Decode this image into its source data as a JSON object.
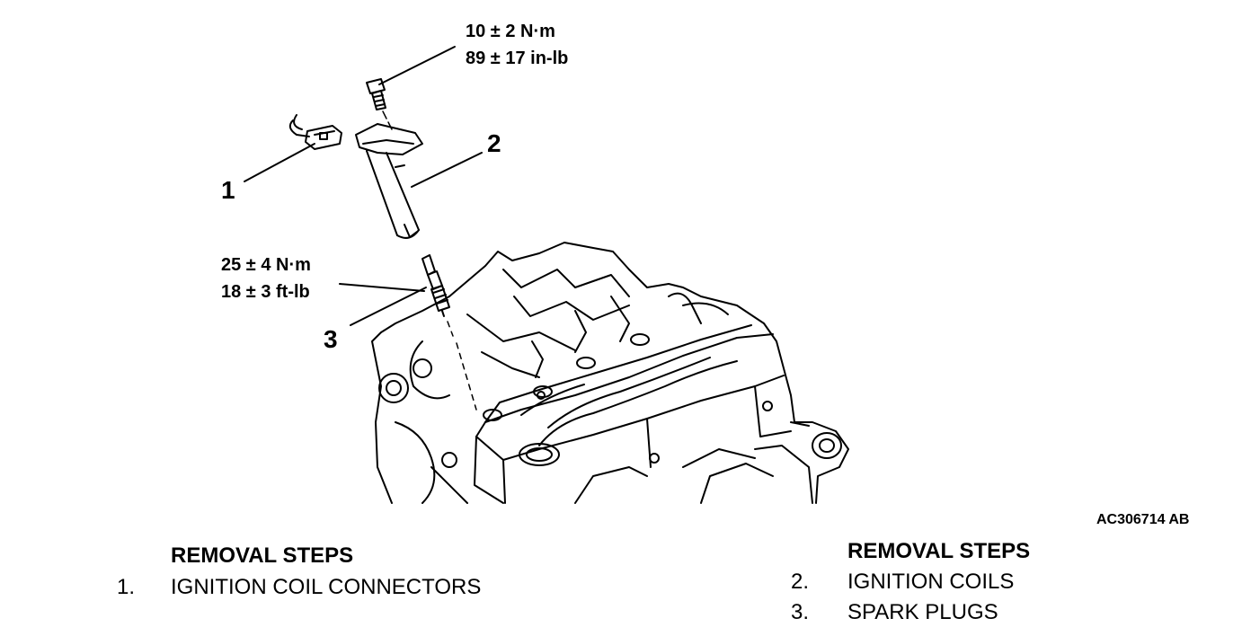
{
  "torque": {
    "bolt": {
      "metric": "10 ± 2 N·m",
      "imperial": "89 ± 17 in-lb"
    },
    "spark_plug": {
      "metric": "25 ± 4 N·m",
      "imperial": "18 ± 3 ft-lb"
    }
  },
  "callouts": {
    "c1": "1",
    "c2": "2",
    "c3": "3"
  },
  "figure_id": "AC306714 AB",
  "removal_left": {
    "heading": "REMOVAL STEPS",
    "items": [
      {
        "num": "1.",
        "label": "IGNITION COIL CONNECTORS"
      }
    ]
  },
  "removal_right": {
    "heading": "REMOVAL STEPS",
    "items": [
      {
        "num": "2.",
        "label": "IGNITION COILS"
      },
      {
        "num": "3.",
        "label": "SPARK PLUGS"
      }
    ]
  }
}
